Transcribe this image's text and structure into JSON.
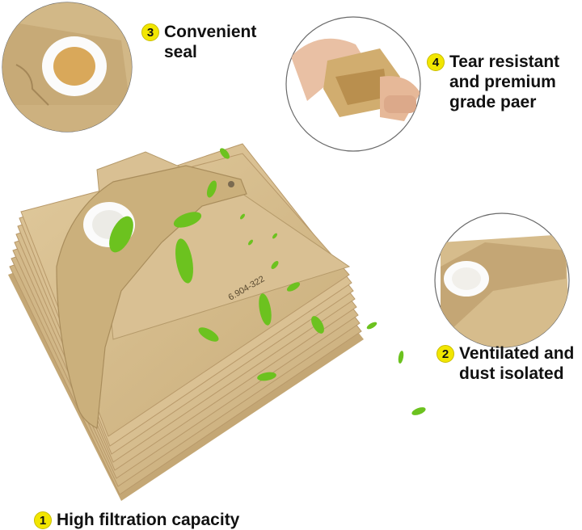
{
  "callouts": [
    {
      "number": "3",
      "text": "Convenient\nseal"
    },
    {
      "number": "4",
      "text": "Tear resistant\nand premium\ngrade paer"
    },
    {
      "number": "2",
      "text": "Ventilated and\ndust isolated"
    },
    {
      "number": "1",
      "text": "High filtration capacity"
    }
  ],
  "bag_print": "6.904-322",
  "colors": {
    "paper": "#d6bc8c",
    "paper_shadow": "#b59a6a",
    "badge": "#f2e600",
    "leaf": "#6cc21f"
  }
}
